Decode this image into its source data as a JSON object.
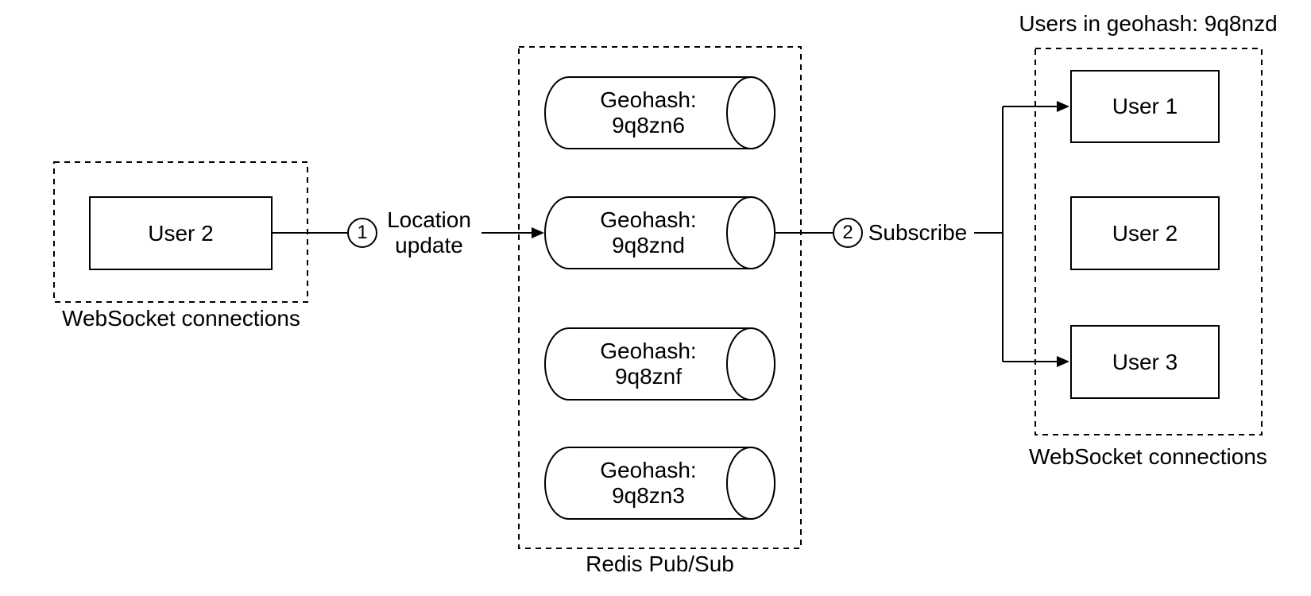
{
  "colors": {
    "stroke": "#000000",
    "background": "#ffffff",
    "text": "#000000"
  },
  "left_group": {
    "label": "WebSocket connections",
    "node": {
      "label": "User 2"
    }
  },
  "flow": {
    "step1": {
      "badge": "1",
      "label": "Location\nupdate"
    },
    "step2": {
      "badge": "2",
      "label": "Subscribe"
    }
  },
  "middle_group": {
    "label": "Redis Pub/Sub",
    "cylinders": [
      {
        "line1": "Geohash:",
        "line2": "9q8zn6"
      },
      {
        "line1": "Geohash:",
        "line2": "9q8znd"
      },
      {
        "line1": "Geohash:",
        "line2": "9q8znf"
      },
      {
        "line1": "Geohash:",
        "line2": "9q8zn3"
      }
    ]
  },
  "right_group": {
    "title": "Users in geohash: 9q8nzd",
    "label": "WebSocket connections",
    "nodes": [
      {
        "label": "User 1"
      },
      {
        "label": "User 2"
      },
      {
        "label": "User 3"
      }
    ]
  }
}
